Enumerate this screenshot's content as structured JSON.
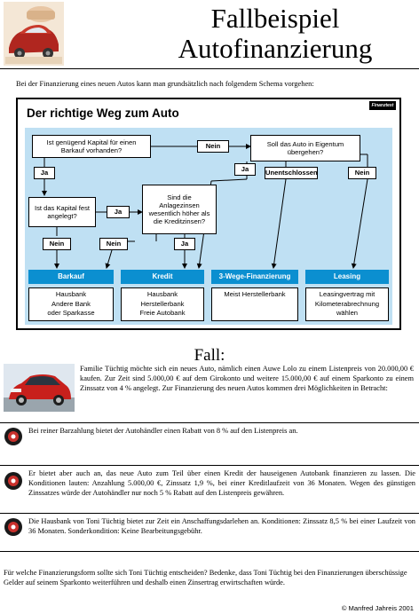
{
  "header": {
    "title_line1": "Fallbeispiel",
    "title_line2": "Autofinanzierung"
  },
  "intro": "Bei der Finanzierung eines neuen Autos kann man grundsätzlich nach folgendem Schema vorgehen:",
  "chart": {
    "title": "Der richtige Weg zum Auto",
    "logo": "Finanztest",
    "q_capital": "Ist genügend Kapital für einen Barkauf vorhanden?",
    "q_own": "Soll das Auto in Eigentum übergehen?",
    "q_fixed": "Ist das Kapital fest angelegt?",
    "q_interest": "Sind die Anlagezinsen wesentlich höher als die Kreditzinsen?",
    "ja": "Ja",
    "nein": "Nein",
    "unentschlossen": "Unentschlossen",
    "categories": [
      "Barkauf",
      "Kredit",
      "3-Wege-Finanzierung",
      "Leasing"
    ],
    "results": [
      [
        "Hausbank",
        "Andere Bank",
        "oder Sparkasse"
      ],
      [
        "Hausbank",
        "Herstellerbank",
        "Freie Autobank"
      ],
      [
        "Meist Herstellerbank"
      ],
      [
        "Leasingvertrag mit",
        "Kilometerabrechnung",
        "wählen"
      ]
    ]
  },
  "fall": {
    "heading": "Fall:",
    "text": "Familie Tüchtig möchte sich ein neues Auto, nämlich einen Auwe Lolo zu einem Listenpreis von 20.000,00 € kaufen. Zur Zeit sind 5.000,00 € auf dem Girokonto und weitere 15.000,00 € auf einem Sparkonto zu einem Zinssatz von 4 % angelegt. Zur Finanzierung des neuen Autos kommen drei Möglichkeiten in Betracht:"
  },
  "options": [
    "Bei reiner Barzahlung bietet der Autohändler einen Rabatt von 8 % auf den Listenpreis an.",
    "Er bietet aber auch an, das neue Auto zum Teil über einen Kredit der hauseigenen Autobank finanzieren zu lassen. Die Konditionen lauten: Anzahlung 5.000,00 €, Zinssatz 1,9 %, bei einer Kreditlaufzeit von 36 Monaten. Wegen des günstigen Zinssatzes würde der Autohändler nur noch 5 % Rabatt auf den Listenpreis gewähren.",
    "Die Hausbank von Toni Tüchtig bietet zur Zeit ein Anschaffungsdarlehen an. Konditionen: Zinssatz 8,5 % bei einer Laufzeit von 36 Monaten. Sonderkondition: Keine Bearbeitungsgebühr."
  ],
  "question": "Für welche Finanzierungsform sollte sich Toni Tüchtig entscheiden? Bedenke, dass Toni Tüchtig bei den Finanzierungen überschüssige Gelder auf seinem Sparkonto weiterführen und deshalb einen Zinsertrag erwirtschaften würde.",
  "copyright": "© Manfred Jahreis 2001",
  "colors": {
    "chart_bg": "#bfe0f3",
    "category_blue": "#0b8fd0"
  }
}
